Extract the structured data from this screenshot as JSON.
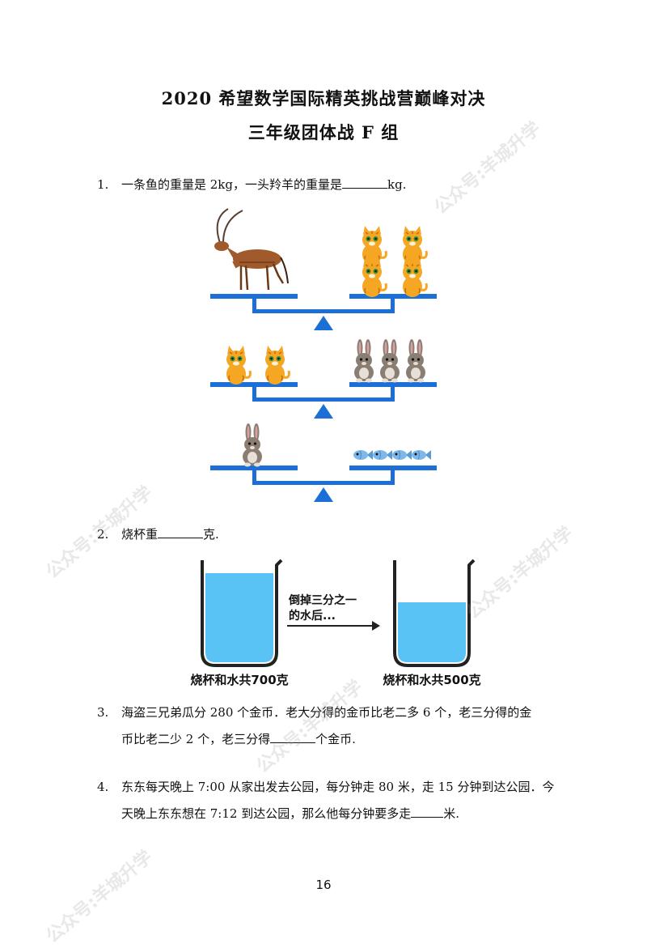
{
  "header": {
    "title": "2020 希望数学国际精英挑战营巅峰对决",
    "subtitle": "三年级团体战 F 组"
  },
  "questions": [
    {
      "num": "1.",
      "text_before": "一条鱼的重量是 2kg，一头羚羊的重量是",
      "text_after": "kg."
    },
    {
      "num": "2.",
      "text_before": "烧杯重",
      "text_after": "克."
    },
    {
      "num": "3.",
      "line1": "海盗三兄弟瓜分 280 个金币．老大分得的金币比老二多 6 个，老三分得的金",
      "line2_before": "币比老二少 2 个，老三分得",
      "line2_after": "个金币."
    },
    {
      "num": "4.",
      "line1": "东东每天晚上 7:00 从家出发去公园，每分钟走 80 米，走 15 分钟到达公园．今",
      "line2_before": "天晚上东东想在 7:12 到达公园，那么他每分钟要多走",
      "line2_after": "米."
    }
  ],
  "beaker": {
    "arrow_line1": "倒掉三分之一",
    "arrow_line2": "的水后...",
    "left_caption": "烧杯和水共700克",
    "right_caption": "烧杯和水共500克"
  },
  "watermark": {
    "text1": "公众号:",
    "text2": "羊城升学"
  },
  "footer": {
    "page_number": "16"
  },
  "colors": {
    "scale_blue": "#1c6fd6",
    "water_blue": "#5ac3f5",
    "cat_orange": "#f5a623",
    "rabbit_gray": "#8a7e74",
    "antelope_brown": "#a05a2c",
    "fish_blue": "#7fb8e8"
  }
}
